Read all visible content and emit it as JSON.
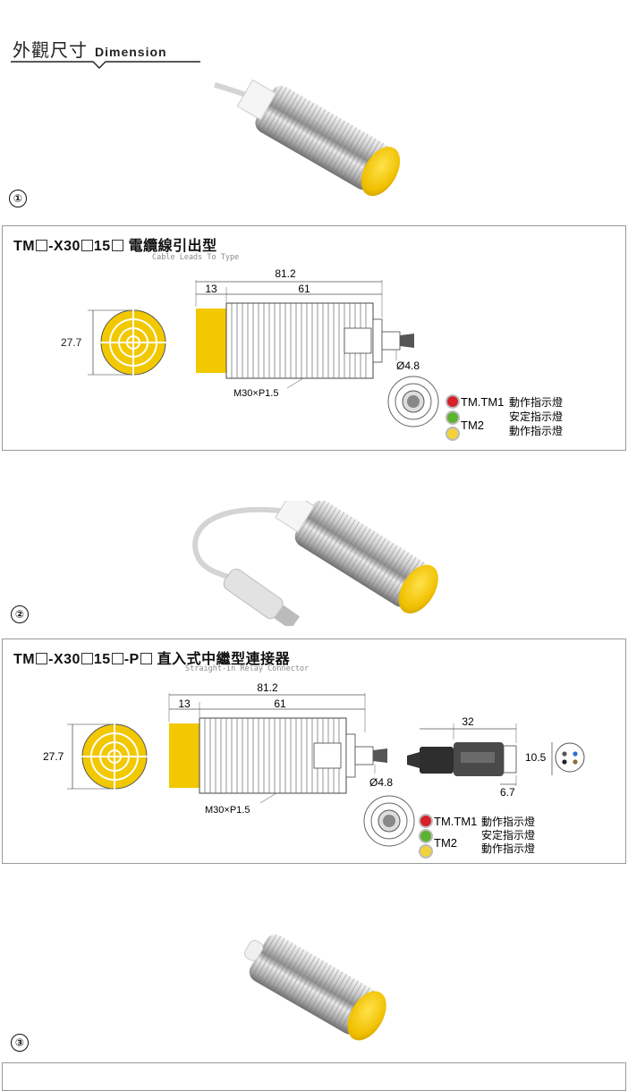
{
  "header": {
    "title_zh": "外觀尺寸",
    "title_en": "Dimension"
  },
  "sections": [
    {
      "number": "①",
      "title_prefix": "TM",
      "title_mid1": "-X30",
      "title_mid2": "15",
      "title_zh": "電纜線引出型",
      "subtitle": "Cable Leads To Type",
      "dims": {
        "overall": "81.2",
        "head": "13",
        "body": "61",
        "dia": "27.7",
        "cable": "Ø4.8",
        "thread": "M30×P1.5"
      },
      "leds": {
        "label1": "TM.TM1",
        "label2": "TM2",
        "d1": "動作指示燈",
        "d2": "安定指示燈",
        "d3": "動作指示燈"
      }
    },
    {
      "number": "②",
      "title_prefix": "TM",
      "title_mid1": "-X30",
      "title_mid2": "15",
      "title_mid3": "-P",
      "title_zh": "直入式中繼型連接器",
      "subtitle": "Straight-in Relay Connector",
      "dims": {
        "overall": "81.2",
        "head": "13",
        "body": "61",
        "dia": "27.7",
        "cable": "Ø4.8",
        "thread": "M30×P1.5",
        "conn_len": "32",
        "conn_dia": "10.5",
        "conn_tip": "6.7"
      },
      "leds": {
        "label1": "TM.TM1",
        "label2": "TM2",
        "d1": "動作指示燈",
        "d2": "安定指示燈",
        "d3": "動作指示燈"
      }
    },
    {
      "number": "③"
    }
  ],
  "colors": {
    "yellow": "#f2c800",
    "red_led": "#d8202a",
    "green_led": "#5bb32f",
    "amber_led": "#f3d23a",
    "panel_border": "#9a9a9a"
  }
}
